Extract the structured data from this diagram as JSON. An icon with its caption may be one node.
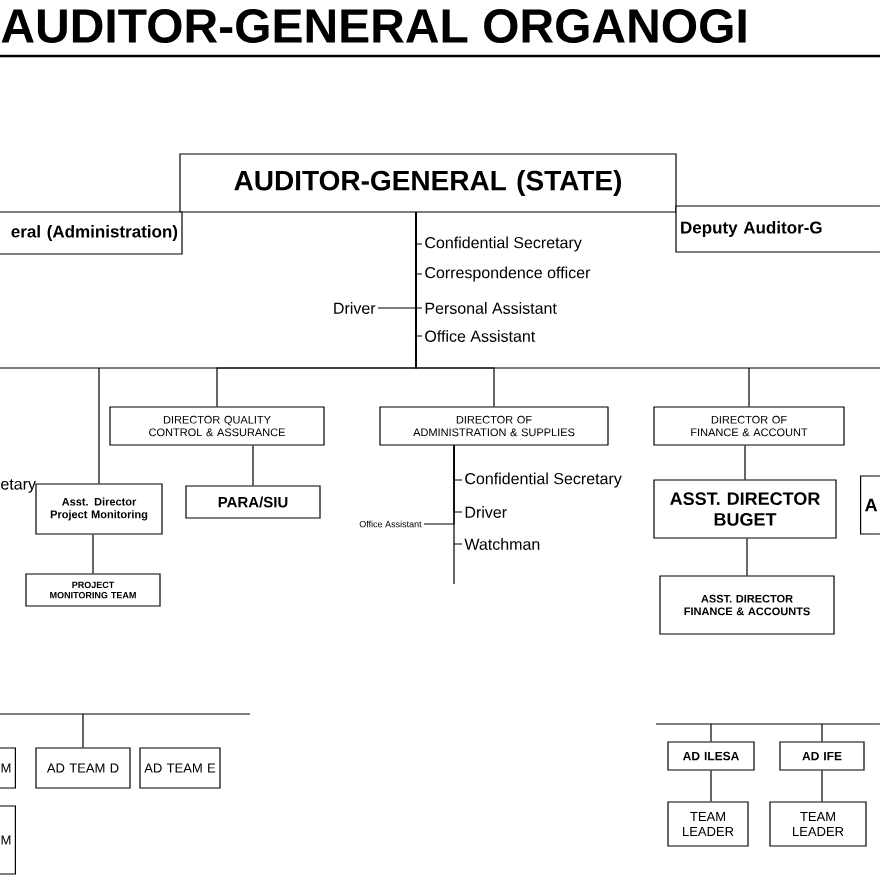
{
  "diagram": {
    "title": "AUDITOR-GENERAL ORGANOGI",
    "nodes": [
      {
        "text": [
          "AUDITOR-GENERAL (STATE)"
        ]
      },
      {
        "text": [
          "eral (Administration)"
        ]
      },
      {
        "text": [
          "Deputy Auditor-G"
        ]
      },
      {
        "text": [
          "Confidential Secretary"
        ]
      },
      {
        "text": [
          "Correspondence officer"
        ]
      },
      {
        "text": [
          "Driver"
        ]
      },
      {
        "text": [
          "Personal Assistant"
        ]
      },
      {
        "text": [
          "Office Assistant"
        ]
      },
      {
        "text": [
          "DIRECTOR QUALITY CONTROL & ASSURANCE"
        ]
      },
      {
        "text": [
          "DIRECTOR OF ADMINISTRATION & SUPPLIES"
        ]
      },
      {
        "text": [
          "DIRECTOR OF FINANCE & ACCOUNT"
        ]
      },
      {
        "text": [
          "Asst. Director Project Monitoring"
        ]
      },
      {
        "text": [
          "PARA/SIU"
        ]
      },
      {
        "text": [
          "Confidential Secretary"
        ]
      },
      {
        "text": [
          "Driver"
        ]
      },
      {
        "text": [
          "Office Assistant"
        ]
      },
      {
        "text": [
          "Watchman"
        ]
      },
      {
        "text": [
          "ASST. DIRECTOR BUGET"
        ]
      },
      {
        "text": [
          "A"
        ]
      },
      {
        "text": [
          "PROJECT MONITORING TEAM"
        ]
      },
      {
        "text": [
          "ASST. DIRECTOR FINANCE & ACCOUNTS"
        ]
      },
      {
        "text": [
          "M"
        ]
      },
      {
        "text": [
          "AD TEAM D"
        ]
      },
      {
        "text": [
          "AD TEAM E"
        ]
      },
      {
        "text": [
          "AD ILESA"
        ]
      },
      {
        "text": [
          "AD IFE"
        ]
      },
      {
        "text": [
          "M"
        ]
      },
      {
        "text": [
          "TEAM LEADER"
        ]
      },
      {
        "text": [
          "TEAM LEADER"
        ]
      }
    ],
    "edges": [
      {
        "from": 0,
        "to": 3,
        "arrow": "none"
      },
      {
        "from": 0,
        "to": 4,
        "arrow": "none"
      },
      {
        "from": 0,
        "to": 5,
        "arrow": "none"
      },
      {
        "from": 0,
        "to": 6,
        "arrow": "none"
      },
      {
        "from": 0,
        "to": 7,
        "arrow": "none"
      },
      {
        "from": 0,
        "to": 8,
        "arrow": "none"
      },
      {
        "from": 0,
        "to": 9,
        "arrow": "none"
      },
      {
        "from": 0,
        "to": 10,
        "arrow": "none"
      },
      {
        "from": 0,
        "to": 11,
        "arrow": "none"
      },
      {
        "from": 8,
        "to": 12,
        "arrow": "none"
      },
      {
        "from": 9,
        "to": 13,
        "arrow": "none"
      },
      {
        "from": 9,
        "to": 14,
        "arrow": "none"
      },
      {
        "from": 9,
        "to": 15,
        "arrow": "none"
      },
      {
        "from": 9,
        "to": 16,
        "arrow": "none"
      },
      {
        "from": 10,
        "to": 17,
        "arrow": "none"
      },
      {
        "from": 17,
        "to": 20,
        "arrow": "none"
      },
      {
        "from": 11,
        "to": 19,
        "arrow": "none"
      },
      {
        "from": null,
        "to": 22,
        "arrow": "none"
      },
      {
        "from": null,
        "to": 24,
        "arrow": "none"
      },
      {
        "from": null,
        "to": 25,
        "arrow": "none"
      },
      {
        "from": 24,
        "to": 27,
        "arrow": "none"
      },
      {
        "from": 25,
        "to": 28,
        "arrow": "none"
      }
    ],
    "labels": [
      "etary"
    ]
  }
}
